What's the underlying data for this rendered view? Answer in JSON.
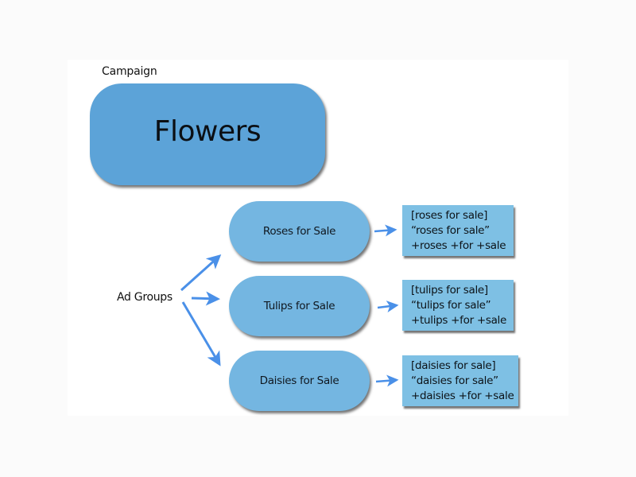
{
  "campaign": {
    "label": "Campaign",
    "name": "Flowers"
  },
  "ad_groups": {
    "label": "Ad Groups",
    "items": [
      {
        "name": "Roses for Sale",
        "keywords": [
          "[roses for sale]",
          "“roses for sale”",
          "+roses +for +sale"
        ]
      },
      {
        "name": "Tulips for Sale",
        "keywords": [
          "[tulips for sale]",
          "“tulips for sale”",
          "+tulips +for +sale"
        ]
      },
      {
        "name": "Daisies for Sale",
        "keywords": [
          "[daisies for sale]",
          "“daisies for sale”",
          "+daisies +for +sale"
        ]
      }
    ]
  },
  "colors": {
    "campaign_fill": "#5ca3d8",
    "ad_group_fill": "#74b6e1",
    "keyword_fill": "#7ec0e4",
    "arrow": "#4a90e8"
  }
}
